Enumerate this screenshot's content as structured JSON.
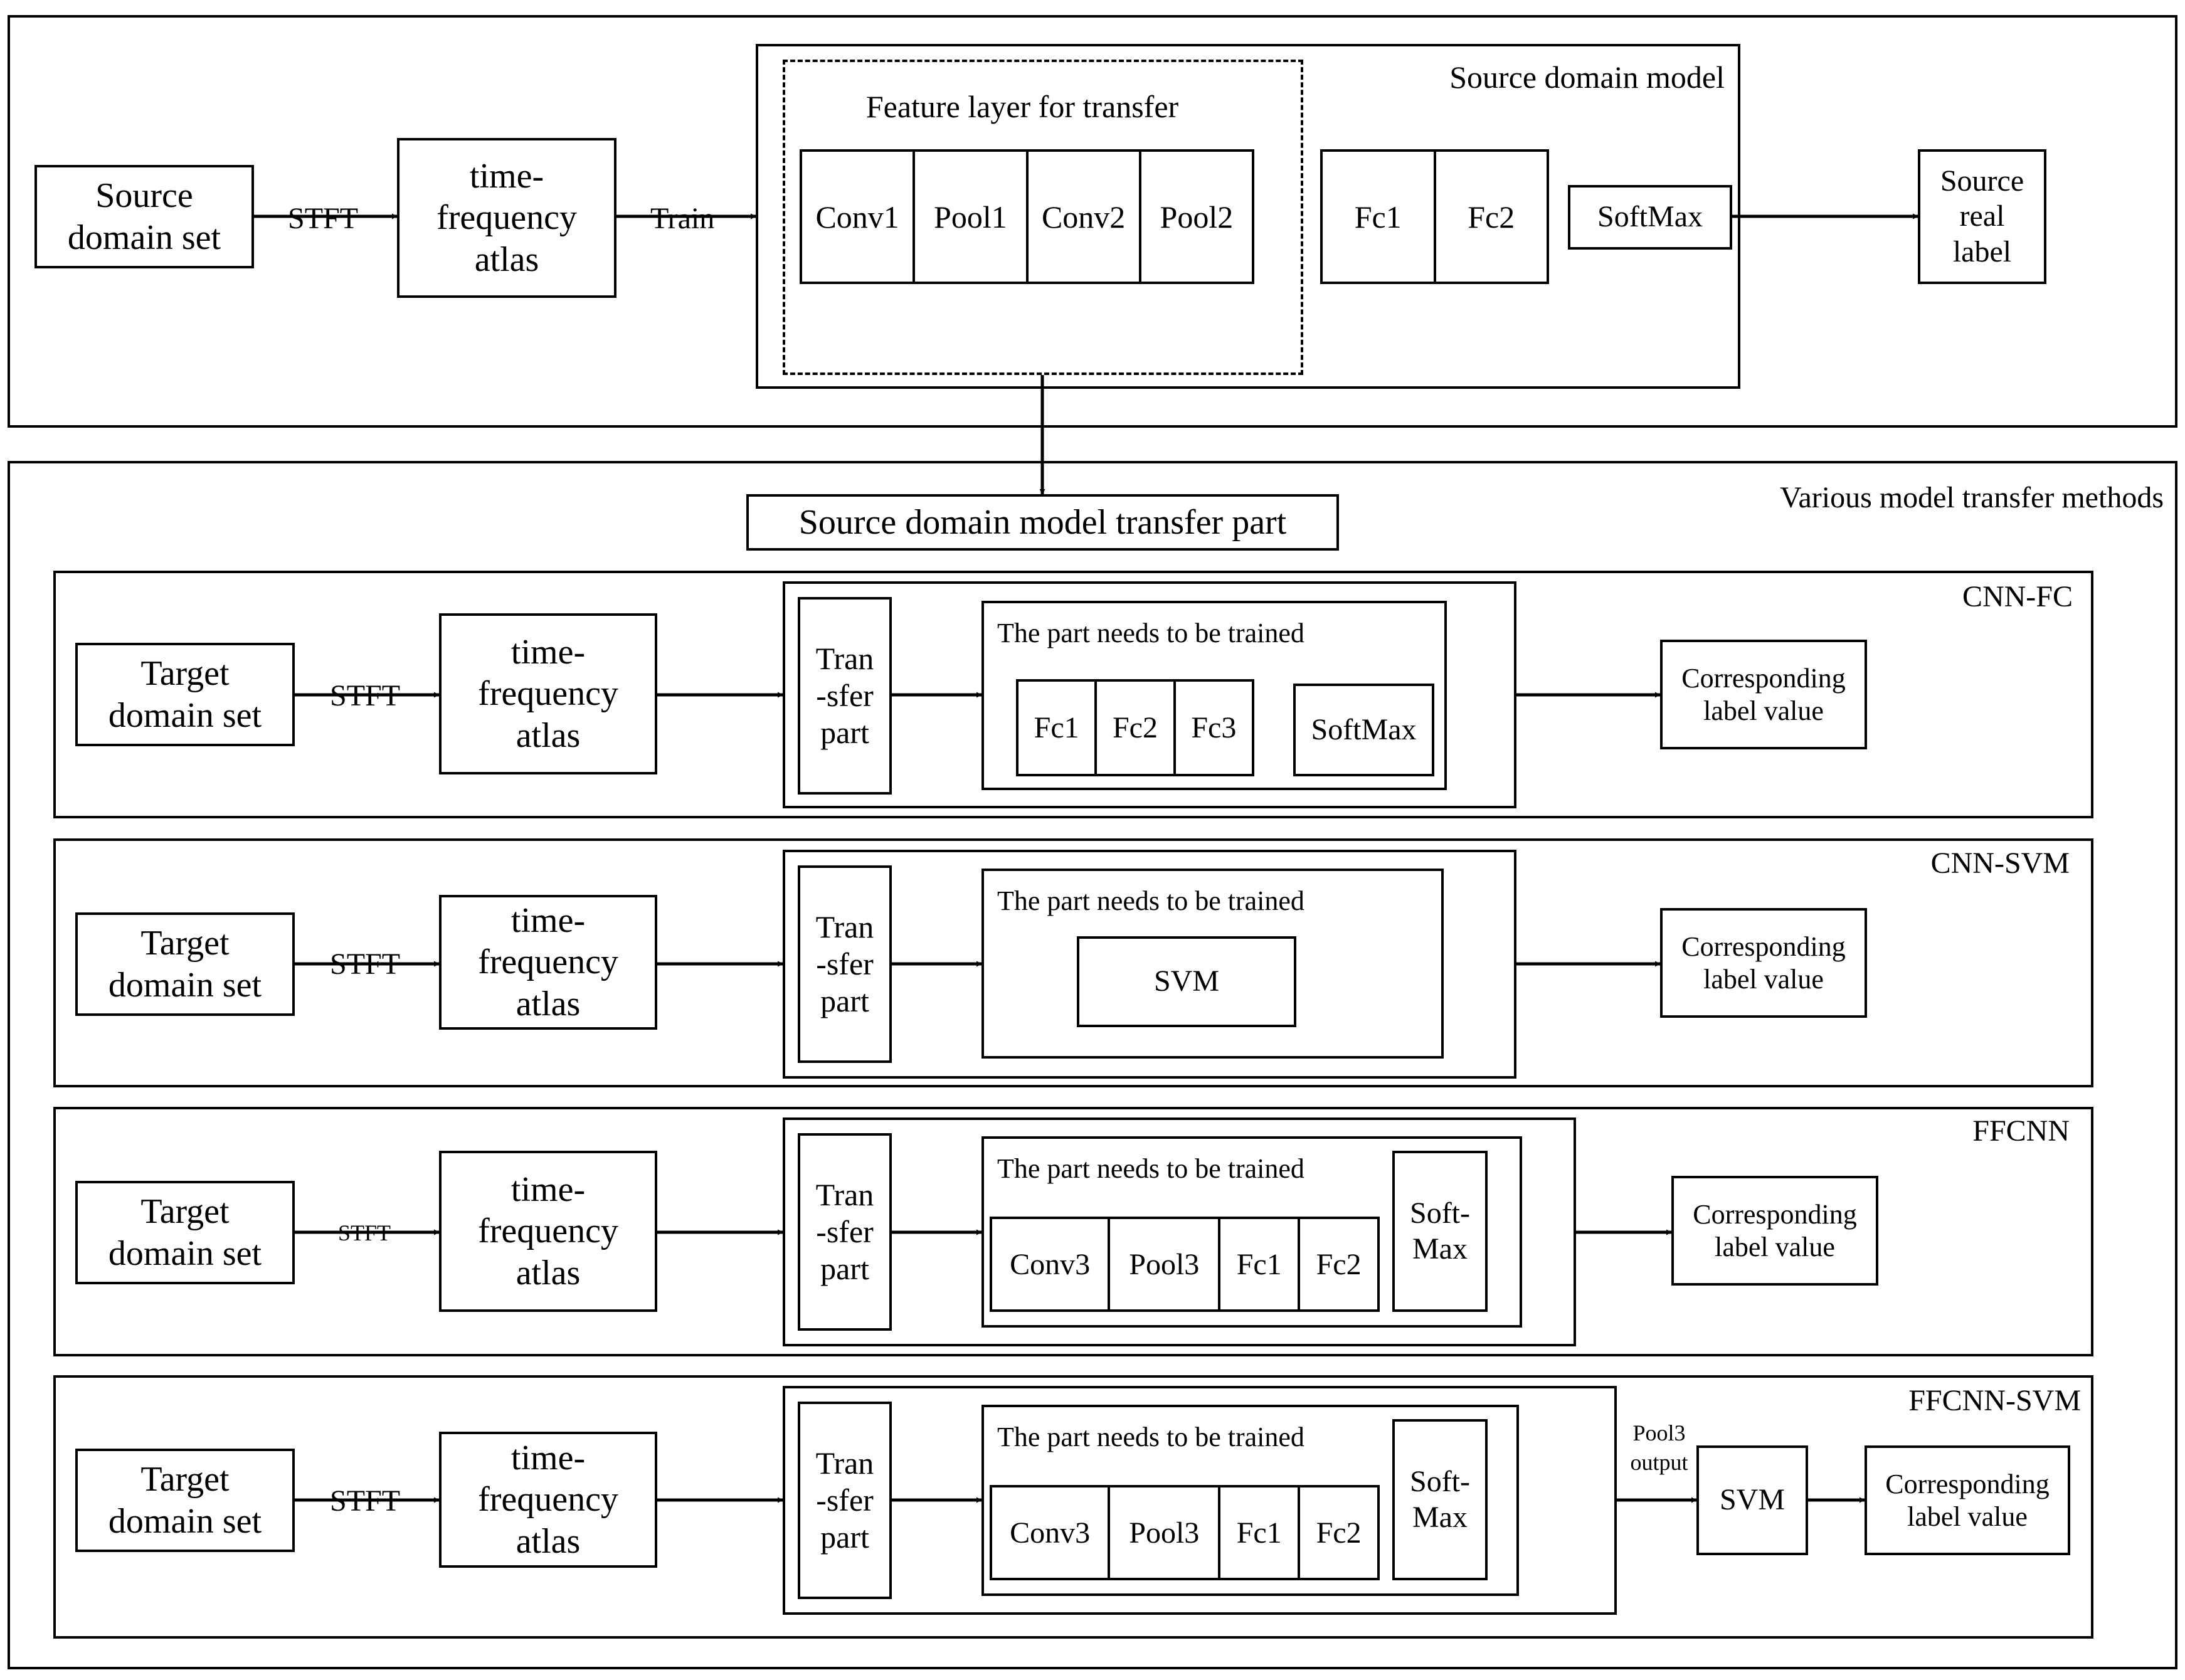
{
  "top": {
    "title": "Source domain model",
    "source_set": "Source\ndomain set",
    "edge_stft": "STFT",
    "tf_atlas": "time-\nfrequency\natlas",
    "edge_train": "Train",
    "feature_layer": "Feature layer for transfer",
    "conv_layers": [
      "Conv1",
      "Pool1",
      "Conv2",
      "Pool2"
    ],
    "fc_layers": [
      "Fc1",
      "Fc2"
    ],
    "softmax": "SoftMax",
    "output": "Source\nreal\nlabel"
  },
  "bottom": {
    "title": "Various model transfer methods",
    "transfer_part": "Source domain model transfer part"
  },
  "common": {
    "target_set": "Target\ndomain set",
    "stft": "STFT",
    "tf_atlas": "time-\nfrequency\natlas",
    "transfer_box": "Tran\n-sfer\npart",
    "trained_title": "The part needs to be trained",
    "label_value": "Corresponding\nlabel value"
  },
  "rows": [
    {
      "name": "CNN-FC",
      "layers": [
        "Fc1",
        "Fc2",
        "Fc3"
      ],
      "softmax": "SoftMax"
    },
    {
      "name": "CNN-SVM",
      "svm": "SVM"
    },
    {
      "name": "FFCNN",
      "layers": [
        "Conv3",
        "Pool3",
        "Fc1",
        "Fc2"
      ],
      "softmax": "Soft-\nMax"
    },
    {
      "name": "FFCNN-SVM",
      "layers": [
        "Conv3",
        "Pool3",
        "Fc1",
        "Fc2"
      ],
      "softmax": "Soft-\nMax",
      "edge_label": "Pool3\noutput",
      "svm": "SVM"
    }
  ]
}
